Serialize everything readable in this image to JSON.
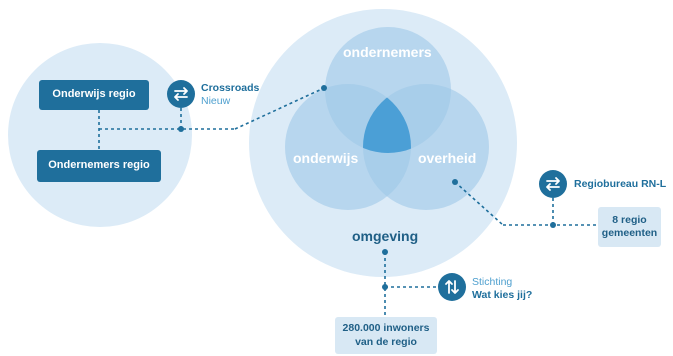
{
  "boxes": {
    "onderwijs_regio": "Onderwijs regio",
    "ondernemers_regio": "Ondernemers regio",
    "gemeenten_line1": "8 regio",
    "gemeenten_line2": "gemeenten",
    "inwoners_line1": "280.000 inwoners",
    "inwoners_line2": "van de regio"
  },
  "circles": {
    "ondernemers": "ondernemers",
    "onderwijs": "onderwijs",
    "overheid": "overheid",
    "omgeving": "omgeving"
  },
  "partners": {
    "crossroads_name": "Crossroads",
    "crossroads_sub": "Nieuw",
    "regiobureau": "Regiobureau RN-L",
    "stichting_label": "Stichting",
    "stichting_name": "Wat kies jij?"
  },
  "icons": {
    "crossroads": "swap-arrows-horizontal-icon",
    "regiobureau": "swap-arrows-horizontal-icon",
    "stichting": "swap-arrows-vertical-icon"
  },
  "colors": {
    "primary": "#1f6f9c",
    "accent_text": "#4fa0cf",
    "big_circle": "#dcebf7",
    "venn_circle": "#9fc8e8",
    "venn_center": "#4b9fd6"
  }
}
